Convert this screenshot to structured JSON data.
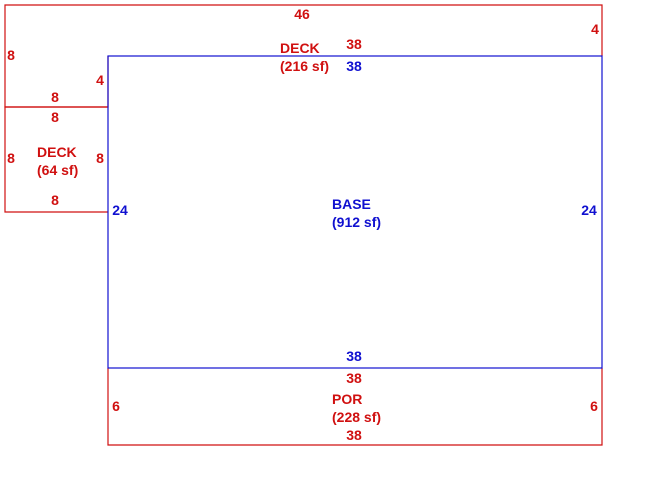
{
  "colors": {
    "deck": "#d01010",
    "base": "#1010d0"
  },
  "deck_top": {
    "name": "DECK",
    "area": "(216 sf)",
    "dims": {
      "top": "46",
      "left": "8",
      "right": "4",
      "bottom_left": "8",
      "step": "4",
      "bottom": "38"
    }
  },
  "deck_left": {
    "name": "DECK",
    "area": "(64 sf)",
    "dims": {
      "top": "8",
      "left": "8",
      "right": "8",
      "bottom": "8"
    }
  },
  "base": {
    "name": "BASE",
    "area": "(912 sf)",
    "dims": {
      "top": "38",
      "left": "24",
      "right": "24",
      "bottom": "38"
    }
  },
  "porch": {
    "name": "POR",
    "area": "(228 sf)",
    "dims": {
      "top": "38",
      "left": "6",
      "right": "6",
      "bottom": "38"
    }
  }
}
